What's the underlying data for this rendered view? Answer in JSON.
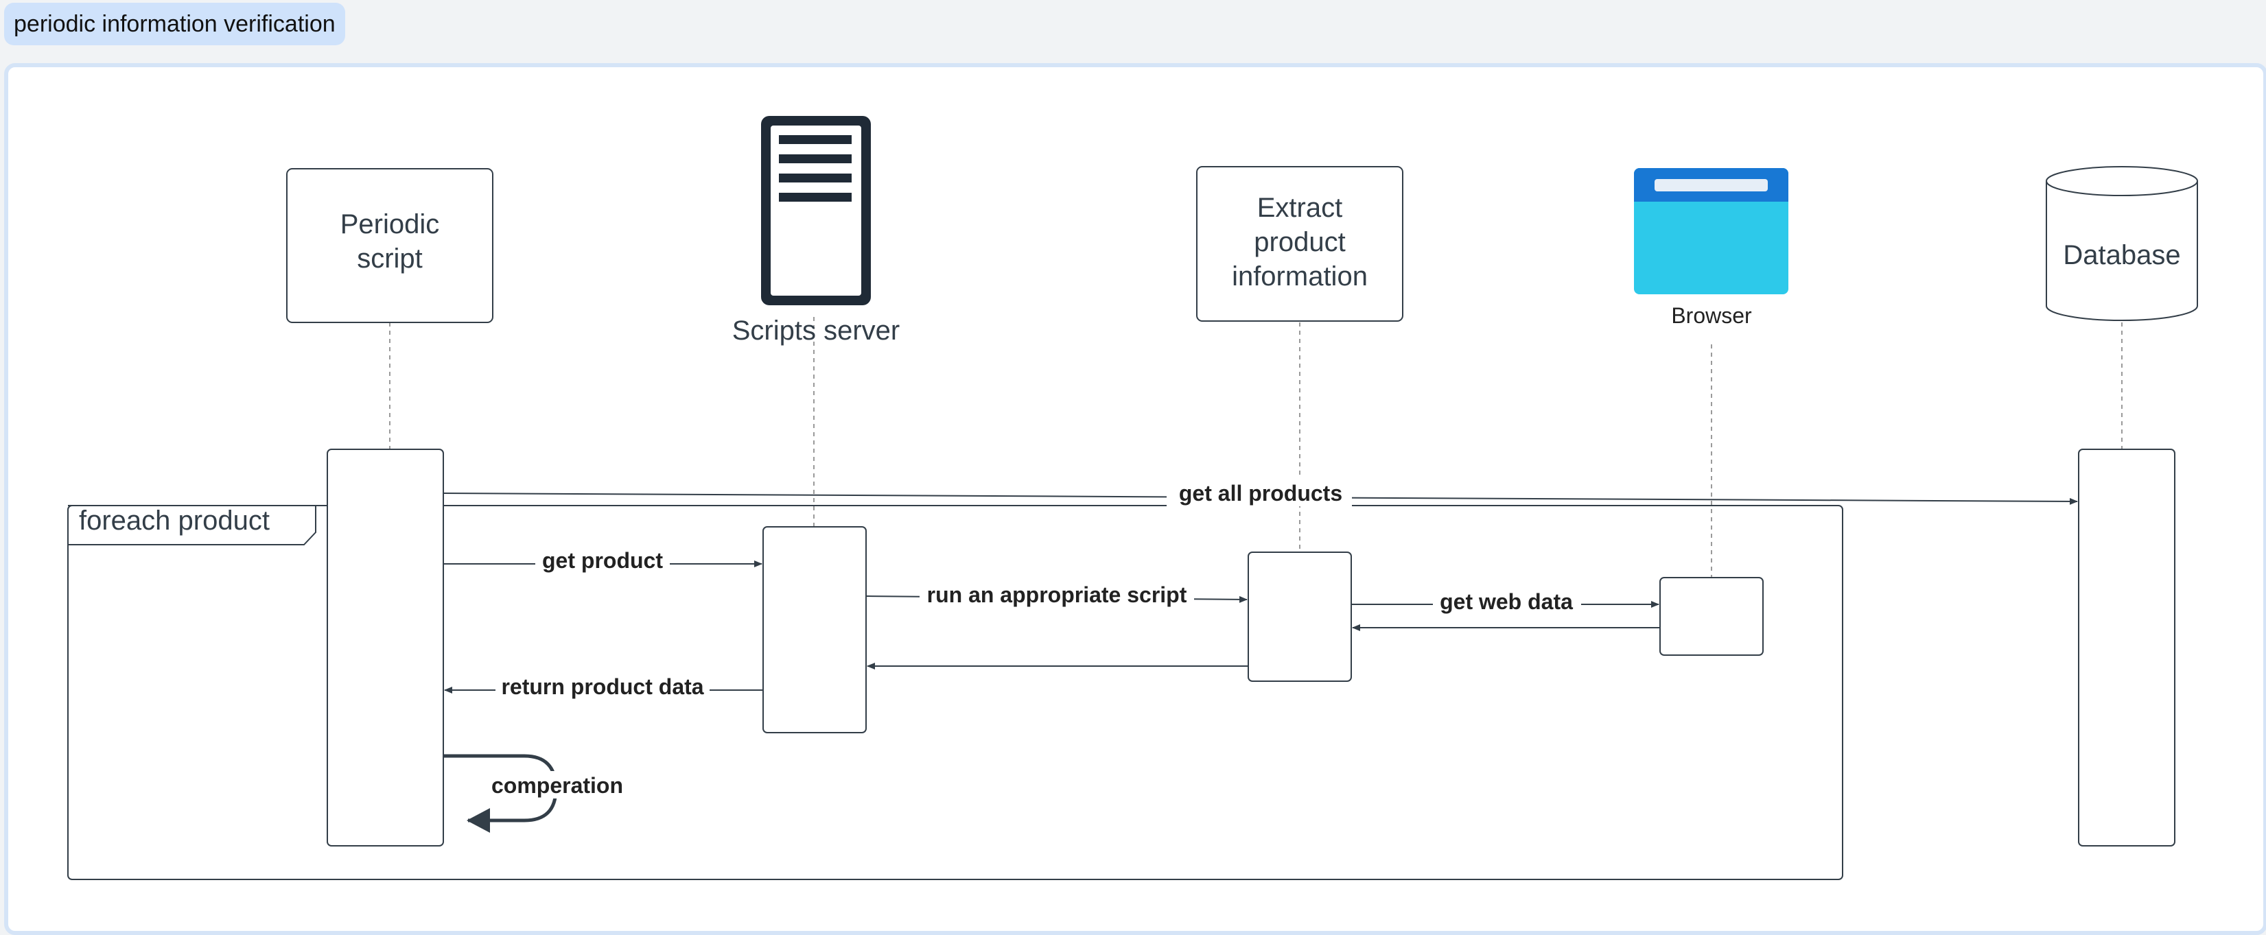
{
  "header": {
    "title": "periodic information verification"
  },
  "participants": {
    "periodic_script": {
      "line1": "Periodic",
      "line2": "script"
    },
    "scripts_server": {
      "label": "Scripts server"
    },
    "extract": {
      "line1": "Extract",
      "line2": "product",
      "line3": "information"
    },
    "browser": {
      "label": "Browser"
    },
    "database": {
      "label": "Database"
    }
  },
  "loop": {
    "label": "foreach product"
  },
  "messages": {
    "get_all_products": "get all  products",
    "get_product": "get product",
    "run_script": "run an appropriate script",
    "get_web_data": "get web data",
    "return_product_data": "return product data",
    "comperation": "comperation"
  },
  "colors": {
    "line": "#333e48",
    "server_icon": "#1f2a36",
    "browser_top": "#1878d4",
    "browser_body": "#2dc9ea",
    "lifeline": "#999999"
  },
  "icons": {
    "server": "server-icon",
    "browser": "browser-window-icon",
    "database": "database-cylinder-icon"
  }
}
